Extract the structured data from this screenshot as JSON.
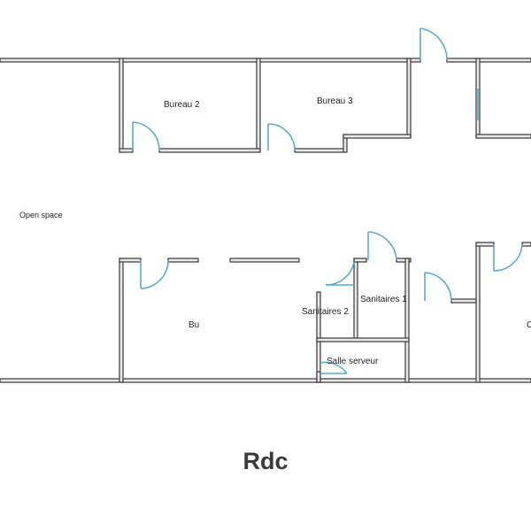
{
  "plan": {
    "level": "Rdc",
    "rooms": {
      "bureau_2": "Bureau 2",
      "bureau_3": "Bureau 3",
      "open_space": "Open space",
      "bureau_partial": "Bu",
      "sanitaires_1": "Sanitaires 1",
      "sanitaires_2": "Sanitaires 2",
      "salle_serveur": "Salle serveur",
      "right_partial": "C"
    },
    "colors": {
      "wall": "#3a3a3a",
      "door": "#5aaad0"
    }
  }
}
